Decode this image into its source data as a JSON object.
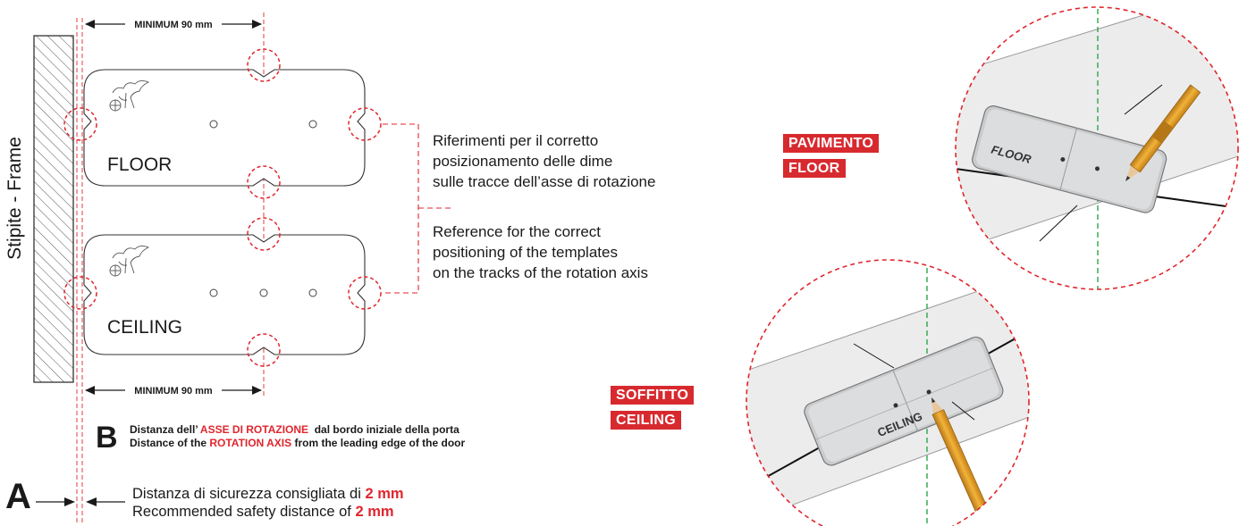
{
  "frame_label": "Stipite - Frame",
  "dimension_top": "MINIMUM 90 mm",
  "dimension_bottom": "MINIMUM 90 mm",
  "template_floor_label": "FLOOR",
  "template_ceiling_label": "CEILING",
  "reference_it": [
    "Riferimenti per il corretto",
    "posizionamento delle dime",
    "sulle tracce dell’asse di rotazione"
  ],
  "reference_en": [
    "Reference for the correct",
    "positioning of the templates",
    "on the tracks of the rotation axis"
  ],
  "b": {
    "letter": "B",
    "line1_prefix": "Distanza dell’ ",
    "line1_highlight": "ASSE DI ROTAZIONE",
    "line1_suffix": "  dal bordo iniziale della porta",
    "line2_prefix": "Distance of the ",
    "line2_highlight": "ROTATION AXIS",
    "line2_suffix": " from the leading edge of the door"
  },
  "a": {
    "letter": "A",
    "line1_prefix": "Distanza di sicurezza consigliata di ",
    "line1_highlight": "2 mm",
    "line2_prefix": "Recommended safety distance of ",
    "line2_highlight": "2 mm"
  },
  "tags": {
    "pavimento": "PAVIMENTO",
    "floor": "FLOOR",
    "soffitto": "SOFFITTO",
    "ceiling": "CEILING"
  },
  "detail_floor_plate_text": "FLOOR",
  "detail_ceiling_plate_text": "CEILING",
  "colors": {
    "accent_red": "#e0262d",
    "tag_red": "#d72a2f",
    "guide_green": "#2aa84a",
    "plate_grey": "#cfd1d3",
    "surface_grey": "#e9eaeb"
  }
}
